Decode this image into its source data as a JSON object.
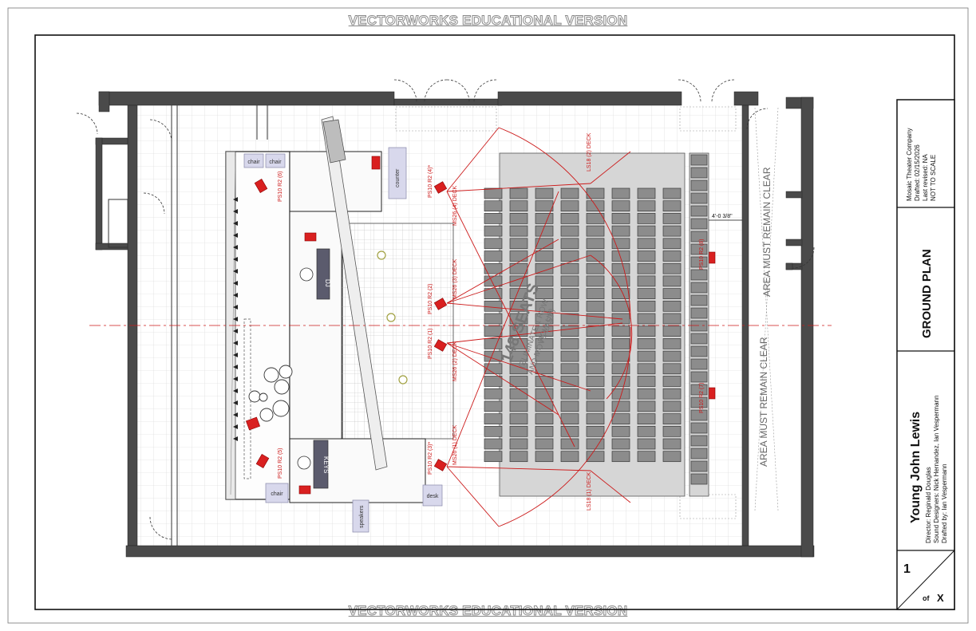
{
  "watermark": "VECTORWORKS EDUCATIONAL VERSION",
  "title_block": {
    "company": "Mosaic Theater Company",
    "drafted": "Drafted: 02/15/2026",
    "revised": "Last revised: NA",
    "scale": "NOT TO SCALE",
    "plan_title": "GROUND PLAN",
    "show_title": "Young John Lewis",
    "director": "Director: Reginald Douglas",
    "sound": "Sound Designers: Nick Hernandez, Ian Vespermann",
    "drafted_by": "Drafted by: Ian Vespermann",
    "sheet_number": "1",
    "sheet_of_label": "of",
    "sheet_total": "X"
  },
  "floor": {
    "clear_label": "AREA MUST REMAIN CLEAR",
    "dimension": "4'-0 3/8\"",
    "seats_main": "148 SEATS",
    "seats_note1": "(ELIMINATE 1 ROW",
    "seats_note2": "AND MOVE LAST",
    "seats_note3": "ROW UP)",
    "labels": {
      "chair": "chair",
      "counter": "counter",
      "dj": "DJ",
      "keys": "KEYS",
      "speakers": "speakers",
      "desk": "desk"
    },
    "speakers": [
      {
        "id": "ps10-6",
        "label": "PS10 R2 (6)"
      },
      {
        "id": "ps10-5",
        "label": "PS10 R2 (5)"
      },
      {
        "id": "ps10-4",
        "label": "PS10 R2 (4)*"
      },
      {
        "id": "ps10-3",
        "label": "PS10 R2 (3)*"
      },
      {
        "id": "ps10-2",
        "label": "PS10 R2 (2)"
      },
      {
        "id": "ps10-1",
        "label": "PS10 R2 (1)"
      },
      {
        "id": "ps10-8",
        "label": "PS10 R2 (8)"
      },
      {
        "id": "ps10-7",
        "label": "PS10 R2 (7)"
      },
      {
        "id": "ms26-4",
        "label": "MS26 (4) DECK"
      },
      {
        "id": "ms26-3",
        "label": "MS26 (3) DECK"
      },
      {
        "id": "ms26-2",
        "label": "MS26 (2) DECK"
      },
      {
        "id": "ms26-1",
        "label": "MS26 (1) DECK"
      },
      {
        "id": "ls18-2",
        "label": "LS18 (2) DECK"
      },
      {
        "id": "ls18-1",
        "label": "LS18 (1) DECK"
      }
    ]
  }
}
